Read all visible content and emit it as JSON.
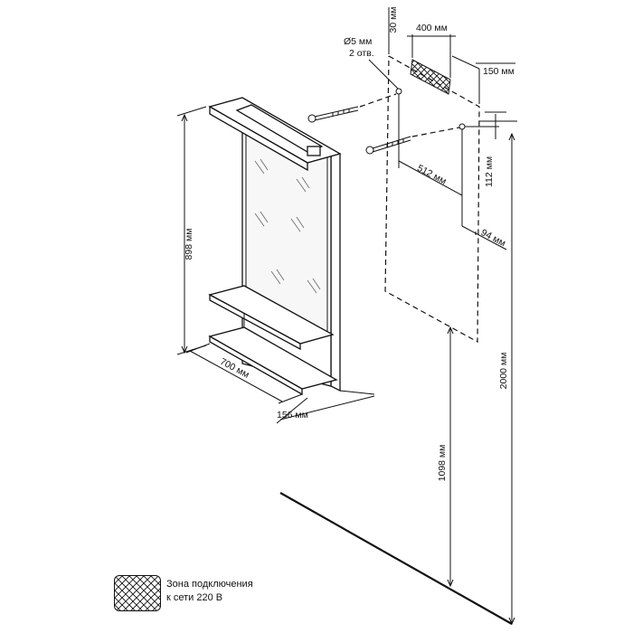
{
  "dimensions": {
    "width_total": "700 мм",
    "height": "898 мм",
    "depth": "156 мм",
    "mount_height": "2000 мм",
    "floor_to_bottom": "1098 мм",
    "top_offset": "30 мм",
    "zone_width": "400 мм",
    "zone_side_offset": "150 мм",
    "hole_spacing": "512 мм",
    "hole_vertical_offset": "112 мм",
    "hole_side_offset": "94 мм"
  },
  "holes": {
    "diameter": "Ø5 мм",
    "count": "2 отв."
  },
  "legend": {
    "line1": "Зона подключения",
    "line2": "к сети 220 В"
  }
}
